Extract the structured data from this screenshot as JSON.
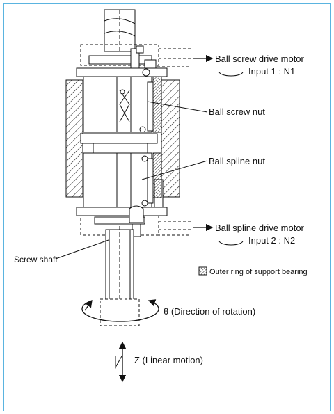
{
  "labels": {
    "ball_screw_drive_motor": "Ball screw drive motor",
    "input1": "Input 1 : N1",
    "ball_screw_nut": "Ball screw nut",
    "ball_spline_nut": "Ball spline nut",
    "ball_spline_drive_motor": "Ball spline drive motor",
    "input2": "Input 2 : N2",
    "screw_shaft": "Screw shaft",
    "outer_ring_legend": "Outer ring of support bearing",
    "theta_direction": "θ (Direction of rotation)",
    "z_linear": "Z (Linear motion)"
  },
  "colors": {
    "frame_border": "#5ab4e0",
    "line": "#111111",
    "hatch": "#111111"
  },
  "icons": [
    "rotation-arrow-icon",
    "linear-motion-arrow-icon",
    "hatch-legend-icon",
    "arrow-right-icon"
  ]
}
